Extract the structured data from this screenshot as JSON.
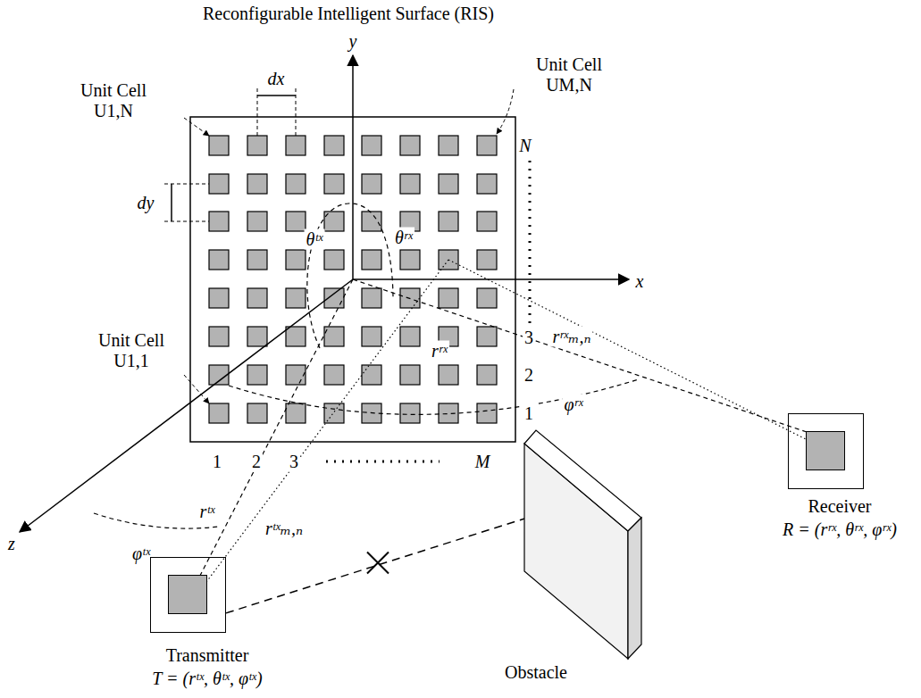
{
  "diagram": {
    "title": "Reconfigurable Intelligent Surface (RIS)",
    "nodes": [
      {
        "text": [
          "Transmitter",
          "T = (rᵗˣ, θᵗˣ, φᵗˣ)"
        ]
      },
      {
        "text": [
          "Obstacle"
        ]
      },
      {
        "text": [
          "Receiver",
          "R = (rʳˣ, θʳˣ, φʳˣ)"
        ]
      }
    ],
    "edges": [
      {
        "from": 0,
        "to": 1,
        "arrow": "to"
      }
    ],
    "labels": [
      "Unit Cell U1,N",
      "dx",
      "y",
      "Unit Cell UM,N",
      "N",
      "dy",
      "θᵗˣ",
      "θʳˣ",
      "x",
      "Unit Cell U1,1",
      "3",
      "rʳˣ",
      "rʳˣₘ,ₙ",
      "2",
      "φʳˣ",
      "1",
      "1",
      "2",
      "3",
      "M",
      "rᵗˣ",
      "rᵗˣₘ,ₙ",
      "φᵗˣ",
      "z"
    ]
  }
}
